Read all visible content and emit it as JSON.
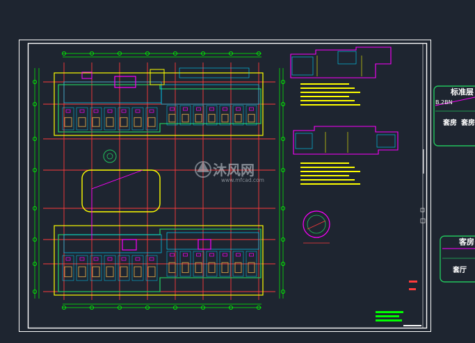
{
  "viewport": {
    "background": "#1e2530"
  },
  "watermark": {
    "brand": "沐风网",
    "url": "www.mfcad.com"
  },
  "side_panels": {
    "top": {
      "title": "标准层",
      "code": "B.2BN",
      "room_left": "套房",
      "room_right": "套房"
    },
    "bottom": {
      "title": "客房",
      "room": "套厅"
    }
  },
  "colors": {
    "frame": "#ffffff",
    "grid": "#ff3b3b",
    "walls": "#ffff00",
    "dims": "#00ff00",
    "green_outline": "#22c55e",
    "magenta": "#ff00ff",
    "cyan": "#00d5ff",
    "furniture": "#c89a46",
    "orange": "#ff9b2f"
  }
}
